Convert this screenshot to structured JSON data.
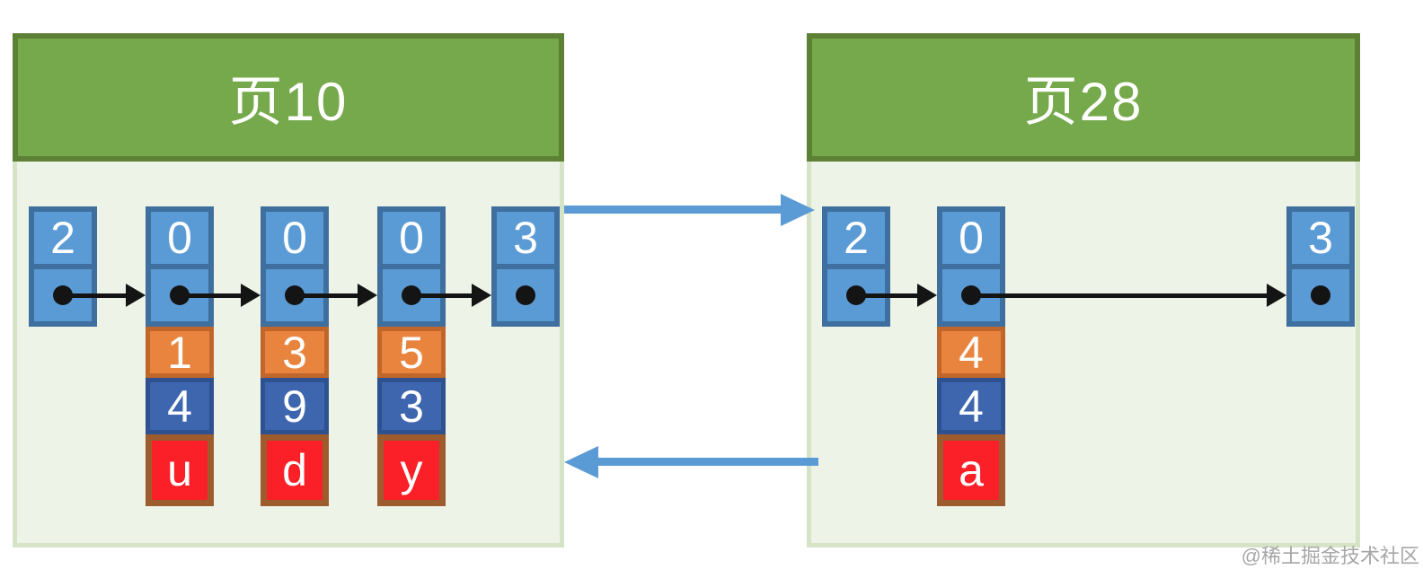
{
  "watermark": "@稀土掘金技术社区",
  "palette": {
    "header_green": "#76a94b",
    "header_green_border": "#5c8034",
    "body_green": "#eef3e7",
    "body_green_border": "#d5e4c6",
    "cell_blue": "#5b9bd5",
    "cell_blue_border": "#3e6f9f",
    "cell_orange": "#e8843e",
    "cell_orange_border": "#c1662a",
    "cell_navy": "#3e66af",
    "cell_navy_border": "#2e5190",
    "cell_red": "#fb2028",
    "cell_red_border": "#9d5c2d",
    "record_arrow_black": "#141414",
    "page_link_arrow_blue": "#5b9bd5"
  },
  "pages": [
    {
      "title": "页10",
      "records": [
        {
          "header": "2",
          "fields": []
        },
        {
          "header": "0",
          "fields": [
            "1",
            "4",
            "u"
          ]
        },
        {
          "header": "0",
          "fields": [
            "3",
            "9",
            "d"
          ]
        },
        {
          "header": "0",
          "fields": [
            "5",
            "3",
            "y"
          ]
        },
        {
          "header": "3",
          "fields": []
        }
      ]
    },
    {
      "title": "页28",
      "records": [
        {
          "header": "2",
          "fields": []
        },
        {
          "header": "0",
          "fields": [
            "4",
            "4",
            "a"
          ]
        },
        {
          "header": "3",
          "fields": []
        }
      ]
    }
  ]
}
